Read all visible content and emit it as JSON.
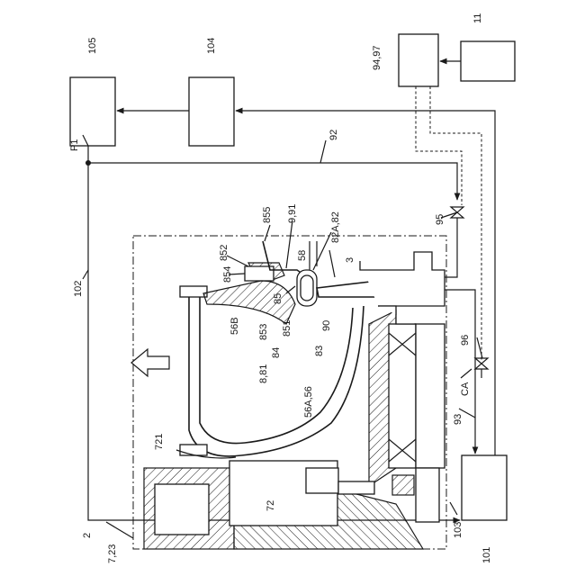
{
  "labels": {
    "l105": "105",
    "l104": "104",
    "l11": "11",
    "l9497": "94,97",
    "lP1": "P1",
    "l92": "92",
    "l102": "102",
    "l95": "95",
    "l855": "855",
    "l991": "9,91",
    "l82A82": "82A,82",
    "l852": "852",
    "l3": "3",
    "l854": "854",
    "l58": "58",
    "l85": "85",
    "l853": "853",
    "l851": "851",
    "l90": "90",
    "l56B": "56B",
    "l96": "96",
    "l84": "84",
    "l83": "83",
    "l881": "8,81",
    "lCA": "CA",
    "l56A56": "56A,56",
    "l93": "93",
    "l721": "721",
    "l72": "72",
    "l2": "2",
    "l723": "7,23",
    "l103": "103",
    "l101": "101"
  }
}
